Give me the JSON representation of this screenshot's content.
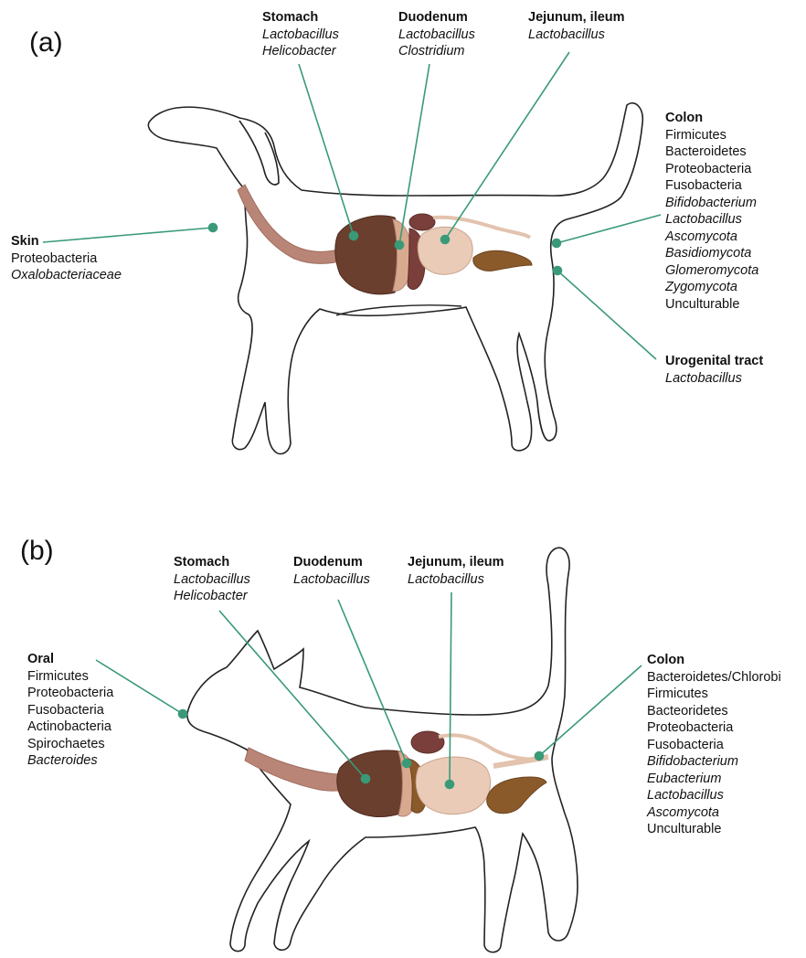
{
  "panel_a": {
    "letter": "(a)",
    "stomach": {
      "title": "Stomach",
      "items": [
        "Lactobacillus",
        "Helicobacter"
      ]
    },
    "duodenum": {
      "title": "Duodenum",
      "items": [
        "Lactobacillus",
        "Clostridium"
      ]
    },
    "jejunum": {
      "title": "Jejunum, ileum",
      "items": [
        "Lactobacillus"
      ]
    },
    "skin": {
      "title": "Skin",
      "items": [
        "Proteobacteria",
        "Oxalobacteriaceae"
      ]
    },
    "colon": {
      "title": "Colon",
      "items": [
        "Firmicutes",
        "Bacteroidetes",
        "Proteobacteria",
        "Fusobacteria",
        "Bifidobacterium",
        "Lactobacillus",
        "Ascomycota",
        "Basidiomycota",
        "Glomeromycota",
        "Zygomycota",
        "Unculturable"
      ]
    },
    "urogenital": {
      "title": "Urogenital tract",
      "items": [
        "Lactobacillus"
      ]
    }
  },
  "panel_b": {
    "letter": "(b)",
    "stomach": {
      "title": "Stomach",
      "items": [
        "Lactobacillus",
        "Helicobacter"
      ]
    },
    "duodenum": {
      "title": "Duodenum",
      "items": [
        "Lactobacillus"
      ]
    },
    "jejunum": {
      "title": "Jejunum, ileum",
      "items": [
        "Lactobacillus"
      ]
    },
    "oral": {
      "title": "Oral",
      "items": [
        "Firmicutes",
        "Proteobacteria",
        "Fusobacteria",
        "Actinobacteria",
        "Spirochaetes",
        "Bacteroides"
      ]
    },
    "colon": {
      "title": "Colon",
      "items": [
        "Bacteroidetes/Chlorobi",
        "Firmicutes",
        "Bacteoridetes",
        "Proteobacteria",
        "Fusobacteria",
        "Bifidobacterium",
        "Eubacterium",
        "Lactobacillus",
        "Ascomycota",
        "Unculturable"
      ]
    }
  },
  "colors": {
    "leader": "#3a9a78",
    "outline": "#222222",
    "esophagus": "#b98576",
    "stomach": "#6b3f2e",
    "liver": "#7a3f3a",
    "intestine": "#e9cbb8",
    "colon_organ": "#8a5a2a"
  }
}
